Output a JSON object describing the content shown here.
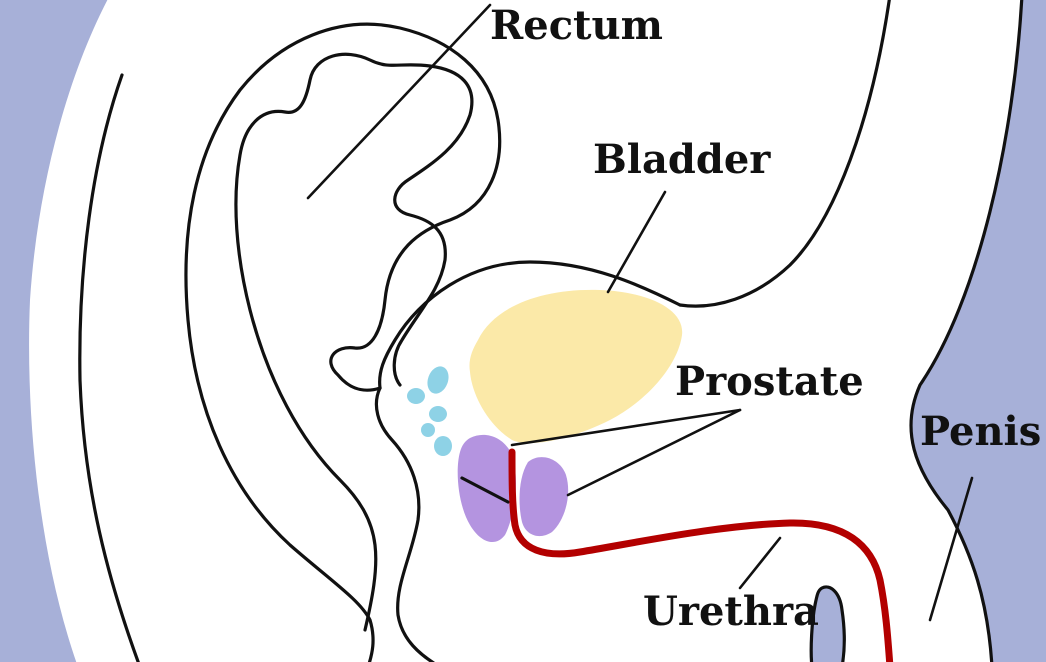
{
  "labels": {
    "rectum": "Rectum",
    "bladder": "Bladder",
    "prostate": "Prostate",
    "penis": "Penis",
    "urethra": "Urethra"
  },
  "colors": {
    "background_tissue": "#a7b0d8",
    "body": "#ffffff",
    "outline": "#111111",
    "bladder": "#fbe9a8",
    "prostate": "#b494e0",
    "seminal_glands": "#8ed2e6",
    "urethra": "#b30000"
  }
}
